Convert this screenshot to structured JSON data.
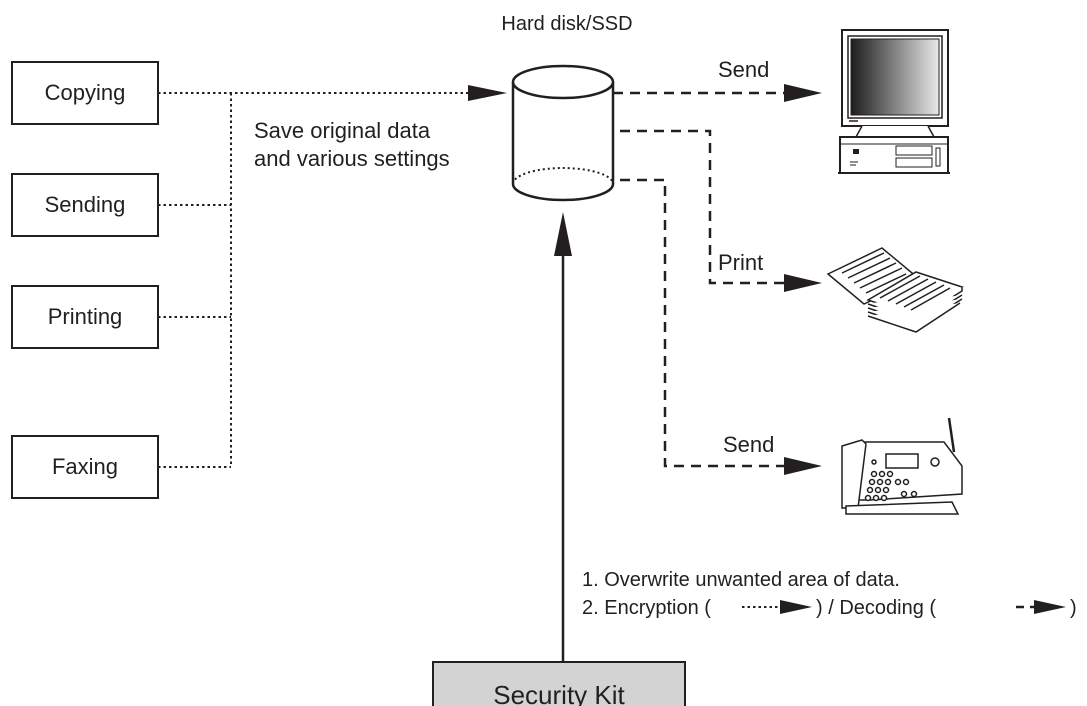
{
  "storage": {
    "label": "Hard disk/SSD"
  },
  "sources": [
    {
      "label": "Copying"
    },
    {
      "label": "Sending"
    },
    {
      "label": "Printing"
    },
    {
      "label": "Faxing"
    }
  ],
  "save_note": {
    "line1": "Save original data",
    "line2": "and various settings"
  },
  "outputs": {
    "send_pc": "Send",
    "print": "Print",
    "send_fax": "Send"
  },
  "security_kit": {
    "label": "Security Kit"
  },
  "kit_notes": {
    "line1": "1. Overwrite unwanted area of data.",
    "line2_a": "2. Encryption (",
    "line2_b": ") / Decoding (",
    "line2_c": ")"
  },
  "icons": [
    "computer-icon",
    "paper-stack-icon",
    "fax-machine-icon"
  ],
  "colors": {
    "ink": "#231f20",
    "kit_fill": "#d3d3d4",
    "monitor_gradient": [
      "#1c1c1c",
      "#e9e9e9"
    ]
  }
}
